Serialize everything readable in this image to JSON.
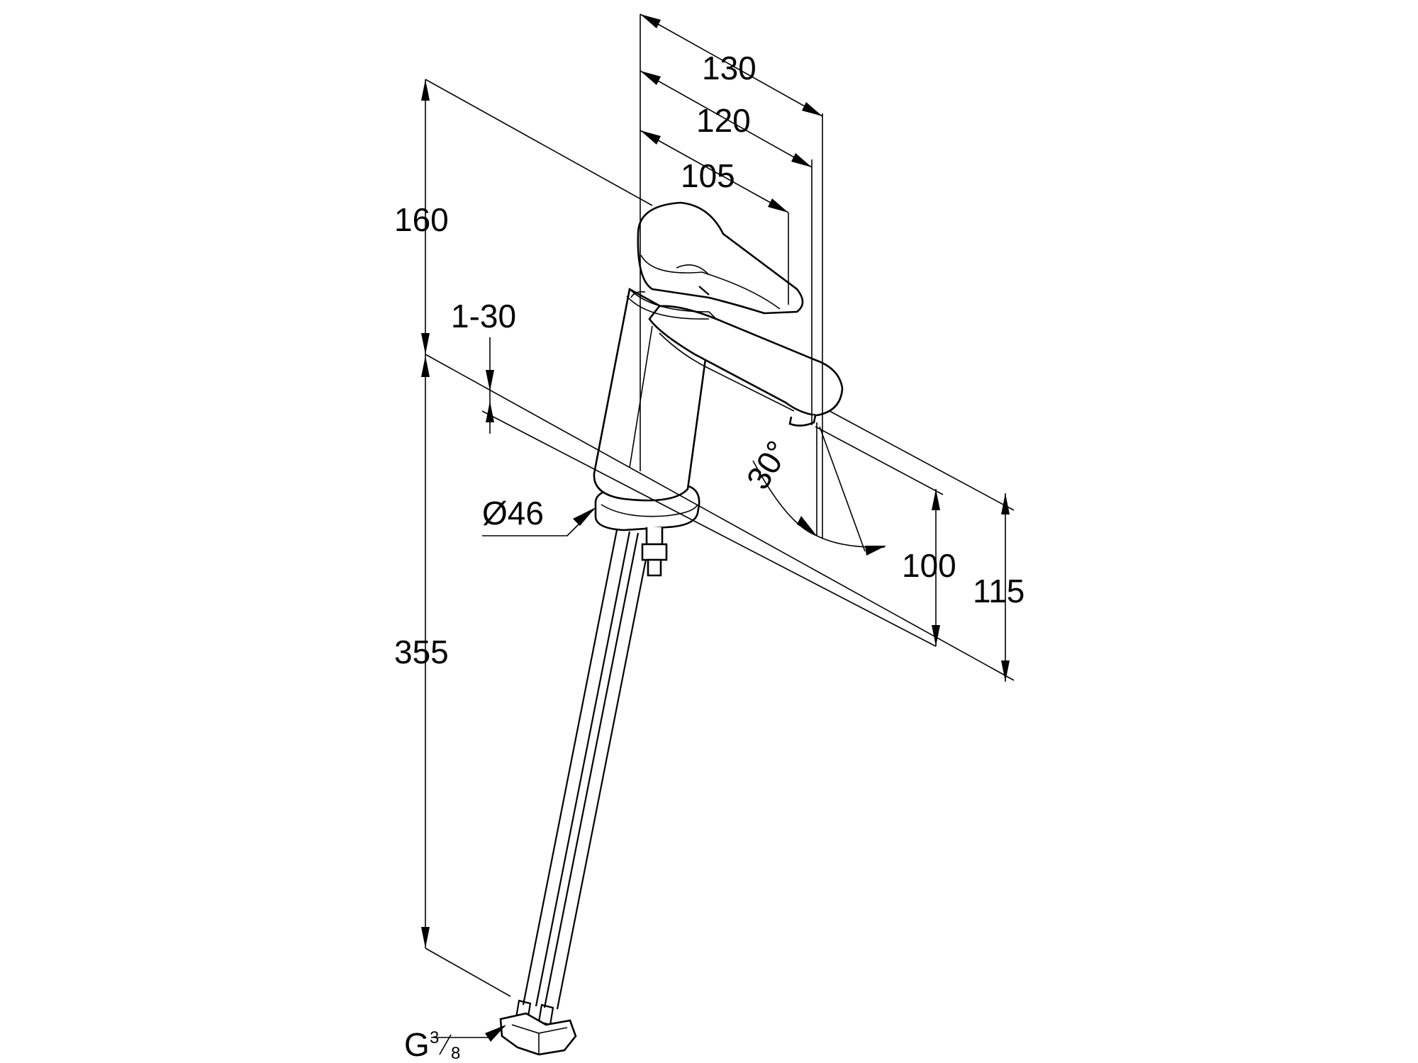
{
  "dimensions": {
    "width_130": "130",
    "width_120": "120",
    "width_105": "105",
    "height_160": "160",
    "thickness": "1-30",
    "diameter": "Ø46",
    "angle": "30°",
    "height_355": "355",
    "height_100": "100",
    "height_115": "115",
    "thread_g": "G",
    "thread_fraction_num": "3",
    "thread_fraction_den": "8"
  },
  "colors": {
    "line": "#000000",
    "background": "#ffffff"
  }
}
